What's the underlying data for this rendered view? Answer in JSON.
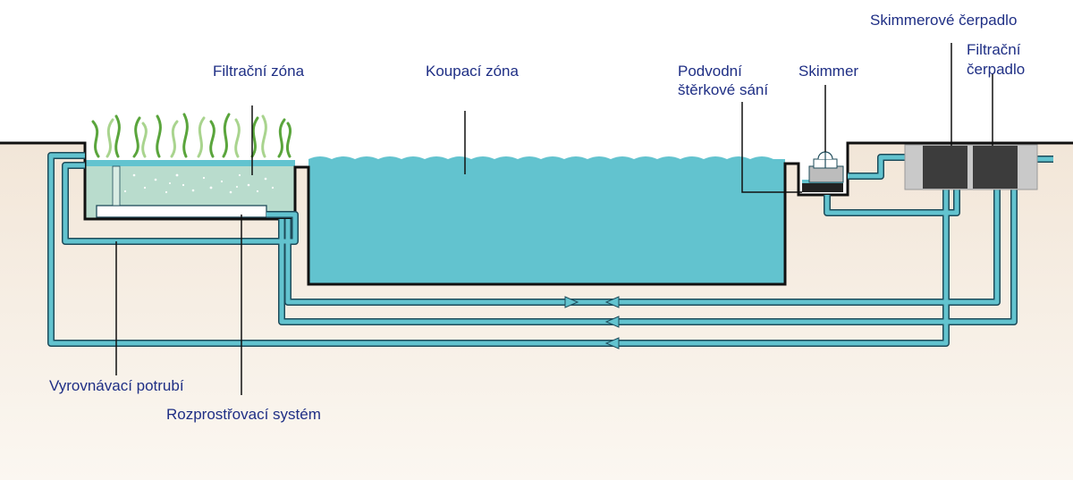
{
  "labels": {
    "filtration_zone": "Filtrační zóna",
    "swimming_zone": "Koupací zóna",
    "underwater_intake": [
      "Podvodní",
      "štěrkové sání"
    ],
    "skimmer": "Skimmer",
    "skimmer_pump": "Skimmerové čerpadlo",
    "filter_pump": [
      "Filtrační",
      "čerpadlo"
    ],
    "equalizing_pipe": "Vyrovnávací potrubí",
    "distribution_system": "Rozprostřovací systém"
  },
  "colors": {
    "soil": "#f3e8db",
    "water": "#62c3cf",
    "filter_water": "#b9dccd",
    "pipe_fill": "#62c3cf",
    "pipe_outline": "#1e4b5a",
    "wall": "#111111",
    "plants_dark": "#5aa53c",
    "plants_light": "#a9d48e",
    "pump_body": "#3c3c3c",
    "pump_housing": "#c9c9c9",
    "label_text": "#1f2f85"
  }
}
